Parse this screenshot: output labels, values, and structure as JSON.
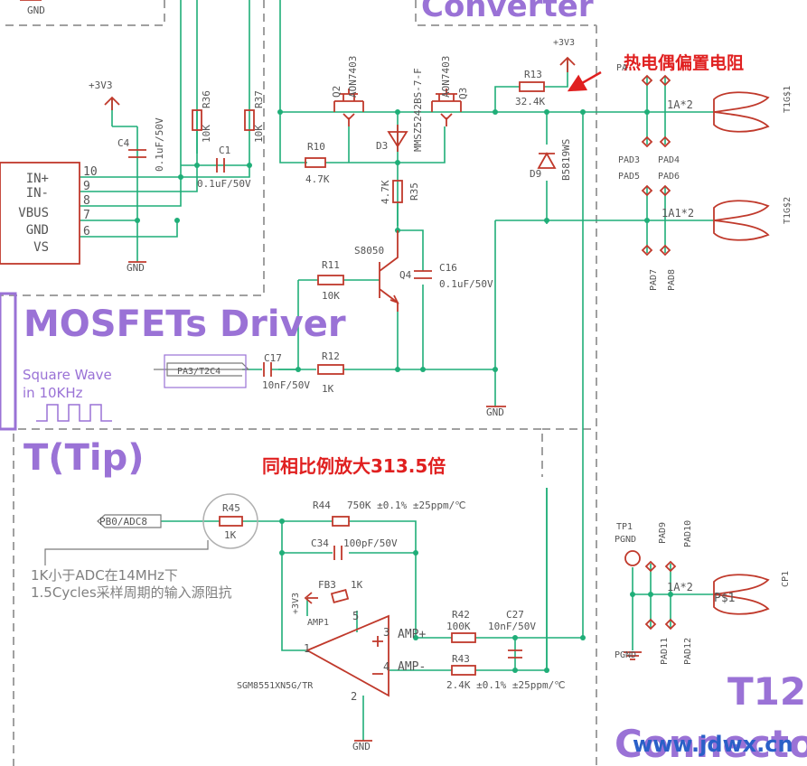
{
  "sections": {
    "converter": "Converter",
    "mosfet_driver": "MOSFETs Driver",
    "tip": "T(Tip)",
    "t12": "T12",
    "connector": "Connector"
  },
  "notes": {
    "square_wave_1": "Square Wave",
    "square_wave_2": "in 10KHz",
    "bias_resistor": "热电偶偏置电阻",
    "gain": "同相比例放大313.5倍",
    "adc_1": "1K小于ADC在14MHz下",
    "adc_2": "1.5Cycles采样周期的输入源阻抗",
    "watermark": "www.jdwx.cn"
  },
  "connector_pins": [
    {
      "name": "IN+",
      "num": "10"
    },
    {
      "name": "IN-",
      "num": "9"
    },
    {
      "name": "VBUS",
      "num": "8"
    },
    {
      "name": "GND",
      "num": "7"
    },
    {
      "name": "VS",
      "num": "6"
    }
  ],
  "parts": {
    "top_gnd": "GND",
    "r36": "R36",
    "r36_val": "10K",
    "r37": "R37",
    "r37_val": "10K",
    "c4": "C4",
    "c4_val": "0.1uF/50V",
    "c1": "C1",
    "c1_val": "0.1uF/50V",
    "vcc_left": "+3V3",
    "gnd_left": "GND",
    "q2": "Q2",
    "q2_pn": "AON7403",
    "d3": "D3",
    "d3_pn": "MMSZ5242BS-7-F",
    "q3": "Q3",
    "q3_pn": "AON7403",
    "r10": "R10",
    "r10_val": "4.7K",
    "r35": "R35",
    "r35_val": "4.7K",
    "q4": "Q4",
    "q4_pn": "S8050",
    "r11": "R11",
    "r11_val": "10K",
    "c16": "C16",
    "c16_val": "0.1uF/50V",
    "pa3": "PA3/T2C4",
    "c17": "C17",
    "c17_val": "10nF/50V",
    "r12": "R12",
    "r12_val": "1K",
    "gnd_mid": "GND",
    "vcc_top": "+3V3",
    "r13": "R13",
    "r13_val": "32.4K",
    "d9": "D9",
    "d9_pn": "B5819WS",
    "pa_label": "PA",
    "pad3": "PAD3",
    "pad4": "PAD4",
    "pad5": "PAD5",
    "pad6": "PAD6",
    "pad7": "PAD7",
    "pad8": "PAD8",
    "t1g1": "T1G$1",
    "t1g2": "T1G$2",
    "a1_1": "1A*2",
    "a1_2": "1A1*2",
    "pb0": "PB0/ADC8",
    "r45": "R45",
    "r45_val": "1K",
    "r44": "R44",
    "r44_val": "750K ±0.1% ±25ppm/℃",
    "c34": "C34",
    "c34_val": "100pF/50V",
    "fb3": "FB3",
    "fb3_val": "1K",
    "vcc_amp": "+3V3",
    "amp1": "AMP1",
    "amp_pin5": "5",
    "amp_pin1": "1",
    "amp_pin3": "3",
    "amp_pin4": "4",
    "amp_pin2": "2",
    "amp_plus": "AMP+",
    "amp_minus": "AMP-",
    "amp_pn": "SGM8551XN5G/TR",
    "r42": "R42",
    "r42_val": "100K",
    "c27": "C27",
    "c27_val": "10nF/50V",
    "r43": "R43",
    "r43_val": "2.4K ±0.1% ±25ppm/℃",
    "gnd_amp": "GND",
    "tp1": "TP1",
    "tp1_lbl": "PGND",
    "pgnd": "PGND",
    "pad9": "PAD9",
    "pad10": "PAD10",
    "pad11": "PAD11",
    "pad12": "PAD12",
    "a1_3": "1A*2",
    "cp1": "CP1",
    "p1": "P$1"
  },
  "colors": {
    "wire": "#1fae78",
    "part": "#c0392b",
    "section": "#9a72d6",
    "annotation": "#e02020",
    "frame": "#a0a0a0"
  }
}
